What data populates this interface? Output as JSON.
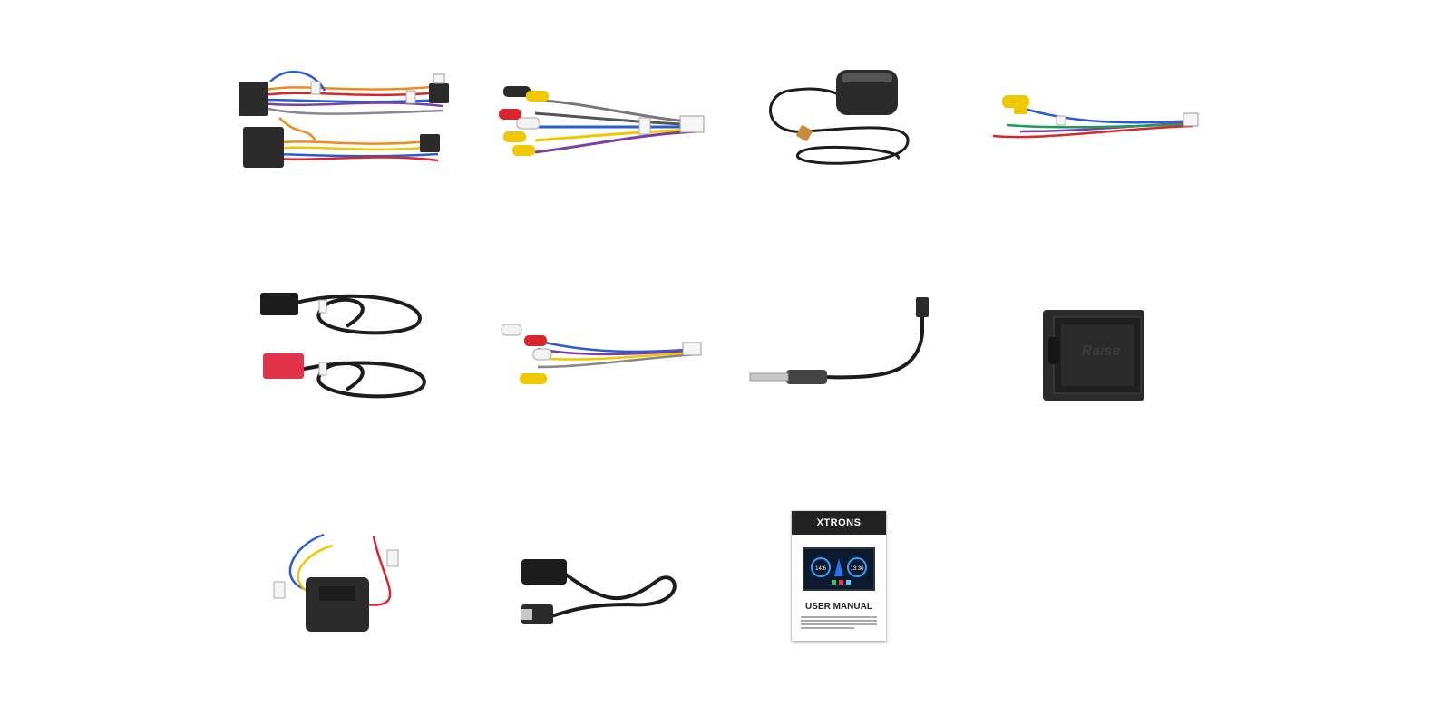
{
  "manual": {
    "brand": "XTRONS",
    "title": "USER MANUAL",
    "screen_left": "14:6",
    "screen_right": "13:30"
  },
  "box_label": "Raise",
  "colors": {
    "background": "#ffffff",
    "cable_black": "#1c1c1c",
    "connector_black": "#2b2b2b",
    "rca_yellow": "#f0c800",
    "rca_red": "#d8262f",
    "rca_white": "#f2f2f2",
    "wire_orange": "#f08a1c",
    "wire_blue": "#2a5bd7",
    "wire_purple": "#7a3fa0",
    "connector_white": "#f5f5f5",
    "usb_red": "#e2334a",
    "wire_green": "#1a9e5a"
  }
}
